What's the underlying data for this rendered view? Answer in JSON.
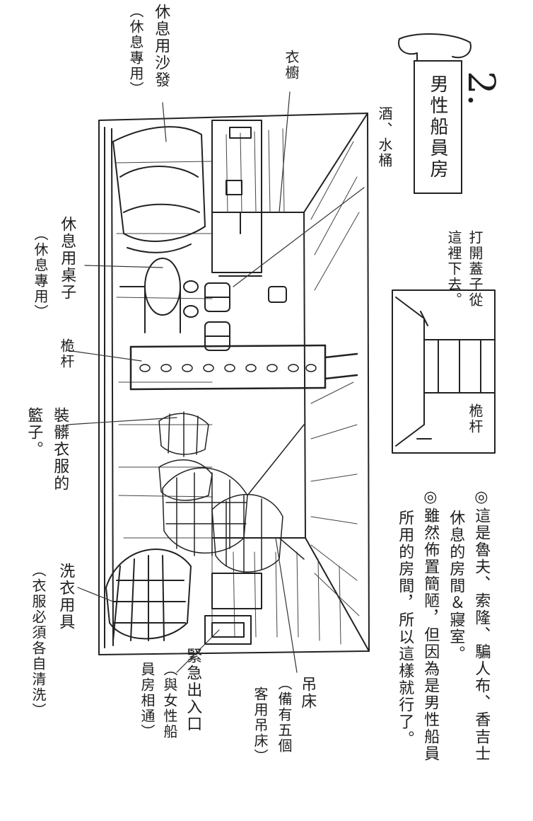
{
  "page_number": "2.",
  "title": "男性船員房",
  "labels": {
    "sofa": "休息用沙發",
    "sofa_note": "（休息專用）",
    "wardrobe": "衣櫥",
    "barrel": "酒、水桶",
    "lid": "打開蓋子從",
    "lid2": "這裡下去。",
    "table": "休息用桌子",
    "table_note": "（休息專用）",
    "mast1": "桅杆",
    "mast2": "桅杆",
    "basket": "裝髒衣服的",
    "basket2": "籃子。",
    "laundry": "洗衣用具",
    "laundry_note": "（衣服必須各自清洗）",
    "exit": "緊急出入口",
    "exit_note": "（與女性船",
    "exit_note2": "員房相通）",
    "hammock": "吊床",
    "hammock_note": "（備有五個",
    "hammock_note2": "客用吊床）"
  },
  "notes": {
    "line1": "◎這是魯夫、索隆、騙人布、香吉士",
    "line2": "休息的房間＆寢室。",
    "line3": "◎雖然佈置簡陋，但因為是男性船員",
    "line4": "所用的房間，所以這樣就行了。"
  }
}
